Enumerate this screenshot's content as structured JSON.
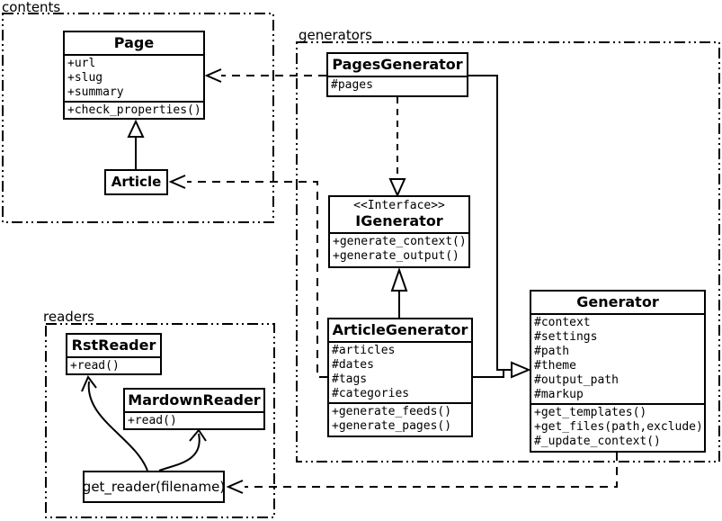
{
  "packages": {
    "contents": {
      "label": "contents"
    },
    "generators": {
      "label": "generators"
    },
    "readers": {
      "label": "readers"
    }
  },
  "classes": {
    "page": {
      "title": "Page",
      "attributes": [
        "+url",
        "+slug",
        "+summary"
      ],
      "methods": [
        "+check_properties()"
      ]
    },
    "article": {
      "title": "Article"
    },
    "pages_generator": {
      "title": "PagesGenerator",
      "attributes": [
        "#pages"
      ]
    },
    "igenerator": {
      "stereotype": "<<Interface>>",
      "title": "IGenerator",
      "methods": [
        "+generate_context()",
        "+generate_output()"
      ]
    },
    "article_generator": {
      "title": "ArticleGenerator",
      "attributes": [
        "#articles",
        "#dates",
        "#tags",
        "#categories"
      ],
      "methods": [
        "+generate_feeds()",
        "+generate_pages()"
      ]
    },
    "generator": {
      "title": "Generator",
      "attributes": [
        "#context",
        "#settings",
        "#path",
        "#theme",
        "#output_path",
        "#markup"
      ],
      "methods": [
        "+get_templates()",
        "+get_files(path,exclude)",
        "#_update_context()"
      ]
    },
    "rst_reader": {
      "title": "RstReader",
      "methods": [
        "+read()"
      ]
    },
    "mardown_reader": {
      "title": "MardownReader",
      "methods": [
        "+read()"
      ]
    },
    "get_reader": {
      "label": "get_reader(filename)"
    }
  },
  "relationships": [
    {
      "from": "Article",
      "to": "Page",
      "type": "generalization"
    },
    {
      "from": "PagesGenerator",
      "to": "IGenerator",
      "type": "realization"
    },
    {
      "from": "ArticleGenerator",
      "to": "IGenerator",
      "type": "generalization"
    },
    {
      "from": "PagesGenerator",
      "to": "Generator",
      "type": "generalization"
    },
    {
      "from": "ArticleGenerator",
      "to": "Generator",
      "type": "generalization"
    },
    {
      "from": "PagesGenerator",
      "to": "Page",
      "type": "dependency"
    },
    {
      "from": "ArticleGenerator",
      "to": "Article",
      "type": "dependency"
    },
    {
      "from": "Generator",
      "to": "get_reader(filename)",
      "type": "dependency"
    },
    {
      "from": "get_reader(filename)",
      "to": "RstReader",
      "type": "arrow"
    },
    {
      "from": "get_reader(filename)",
      "to": "MardownReader",
      "type": "arrow"
    }
  ],
  "colors": {
    "line": "#000000",
    "background": "#ffffff"
  }
}
